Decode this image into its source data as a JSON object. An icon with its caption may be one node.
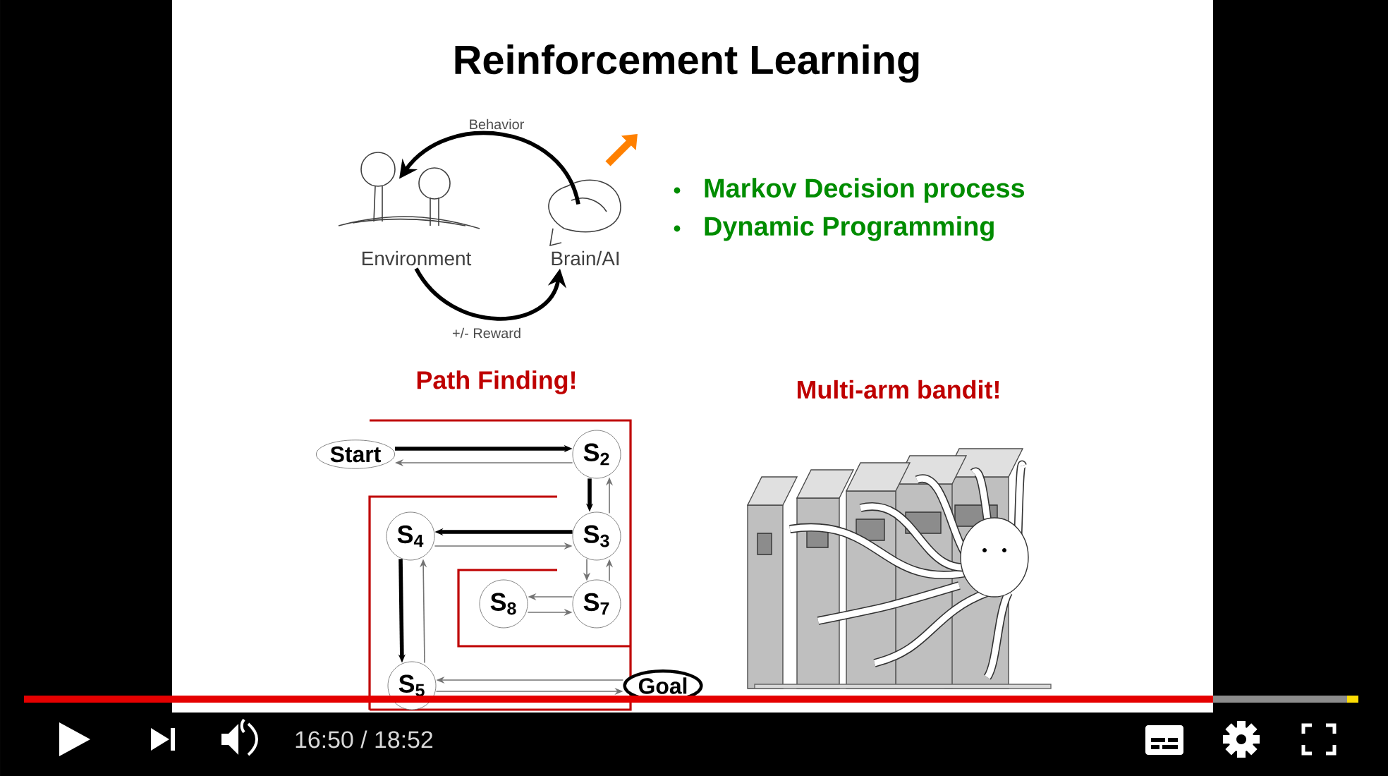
{
  "diagram": {
    "title": "Reinforcement Learning",
    "nodes": [
      {
        "text": [
          "Environment"
        ]
      },
      {
        "text": [
          "Brain/AI"
        ]
      },
      {
        "text": [
          "Start"
        ]
      },
      {
        "text": [
          "S$_{2}$"
        ]
      },
      {
        "text": [
          "S$_{4}$"
        ]
      },
      {
        "text": [
          "S$_{3}$"
        ]
      },
      {
        "text": [
          "S$_{8}$"
        ]
      },
      {
        "text": [
          "S$_{7}$"
        ]
      },
      {
        "text": [
          "S$_{5}$"
        ]
      },
      {
        "text": [
          "Goal"
        ]
      }
    ],
    "edges": [
      {
        "from": 1,
        "to": 0,
        "arrow": "to",
        "label": "Behavior",
        "style": "thick",
        "color": "#000000"
      },
      {
        "from": 0,
        "to": 1,
        "arrow": "to",
        "label": "+/- Reward",
        "style": "thick",
        "color": "#000000"
      },
      {
        "from": 2,
        "to": 3,
        "arrow": "to",
        "style": "thick",
        "color": "#000000"
      },
      {
        "from": 3,
        "to": 2,
        "arrow": "to"
      },
      {
        "from": 3,
        "to": 5,
        "arrow": "to",
        "style": "thick",
        "color": "#000000"
      },
      {
        "from": 5,
        "to": 3,
        "arrow": "to"
      },
      {
        "from": 5,
        "to": 4,
        "arrow": "to",
        "style": "thick",
        "color": "#000000"
      },
      {
        "from": 4,
        "to": 5,
        "arrow": "to"
      },
      {
        "from": 5,
        "to": 7,
        "arrow": "to"
      },
      {
        "from": 7,
        "to": 5,
        "arrow": "to"
      },
      {
        "from": 7,
        "to": 6,
        "arrow": "to"
      },
      {
        "from": 6,
        "to": 7,
        "arrow": "to"
      },
      {
        "from": 4,
        "to": 8,
        "arrow": "to",
        "style": "thick",
        "color": "#000000"
      },
      {
        "from": 8,
        "to": 4,
        "arrow": "to"
      },
      {
        "from": 9,
        "to": 8,
        "arrow": "to"
      },
      {
        "from": 8,
        "to": 9,
        "arrow": "to"
      }
    ],
    "labels": [
      "Markov Decision process",
      "Dynamic Programming",
      "Path Finding!",
      "Multi-arm bandit!",
      "16:50 / 18:52"
    ]
  }
}
